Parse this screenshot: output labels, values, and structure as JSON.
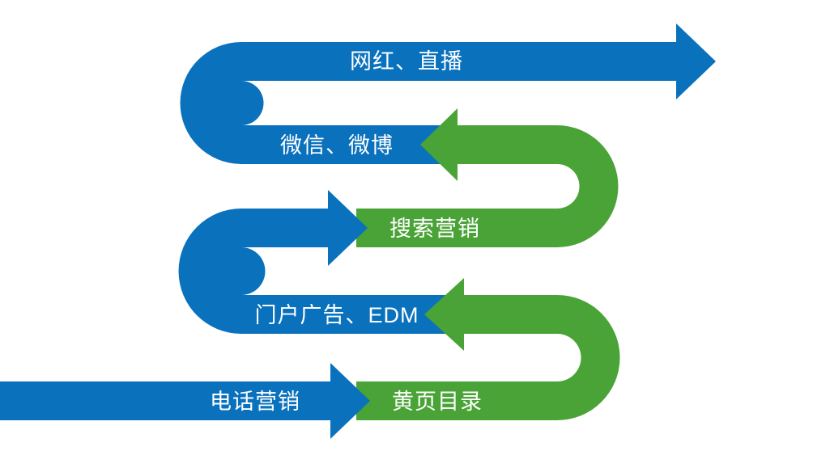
{
  "background_color": "#ffffff",
  "colors": {
    "blue": "#0a71bd",
    "green": "#4aa336",
    "label_text": "#ffffff"
  },
  "flow": {
    "direction": "bottom-to-top serpentine",
    "steps": [
      {
        "label": "电话营销",
        "band_color": "blue",
        "row": 5,
        "arrow": "right"
      },
      {
        "label": "黄页目录",
        "band_color": "green",
        "row": 5,
        "arrow": "up-turn-right"
      },
      {
        "label": "门户广告、EDM",
        "band_color": "blue",
        "row": 4,
        "arrow": "left"
      },
      {
        "label": "搜索营销",
        "band_color": "green",
        "row": 3,
        "arrow": "up-turn-right"
      },
      {
        "label": "微信、微博",
        "band_color": "blue",
        "row": 2,
        "arrow": "left"
      },
      {
        "label": "网红、直播",
        "band_color": "blue",
        "row": 1,
        "arrow": "right"
      }
    ]
  }
}
